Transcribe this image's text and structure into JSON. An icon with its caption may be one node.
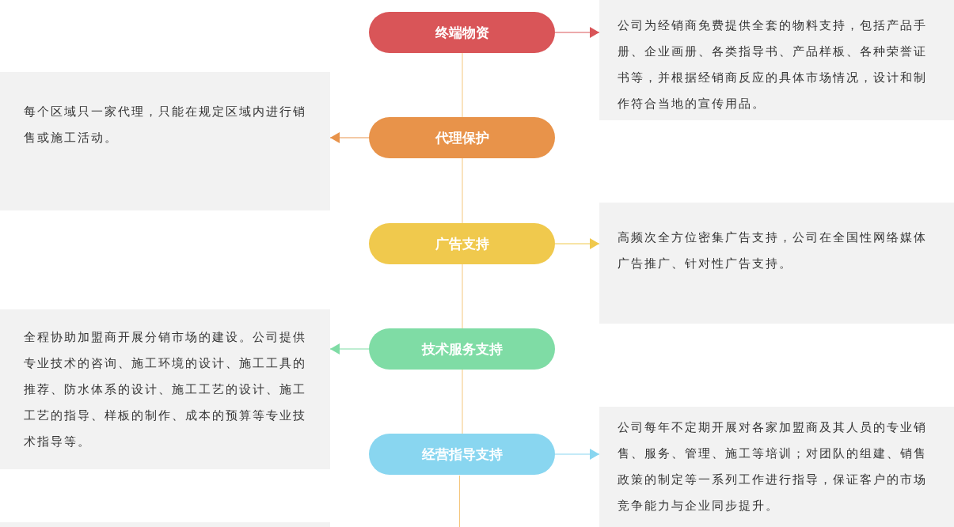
{
  "diagram": {
    "nodes": [
      {
        "text": [
          "终端物资"
        ]
      },
      {
        "text": [
          "公司为经销商免费提供全套的物料支持，包括产品手册、企业画册、各类指导书、产品样板、各种荣誉证书等，并根据经销商反应的具体市场情况，设计和制作符合当地的宣传用品。"
        ]
      },
      {
        "text": [
          "代理保护"
        ]
      },
      {
        "text": [
          "每个区域只一家代理，只能在规定区域内进行销售或施工活动。"
        ]
      },
      {
        "text": [
          "广告支持"
        ]
      },
      {
        "text": [
          "高频次全方位密集广告支持，公司在全国性网络媒体广告推广、针对性广告支持。"
        ]
      },
      {
        "text": [
          "技术服务支持"
        ]
      },
      {
        "text": [
          "全程协助加盟商开展分销市场的建设。公司提供专业技术的咨询、施工环境的设计、施工工具的推荐、防水体系的设计、施工工艺的设计、施工工艺的指导、样板的制作、成本的预算等专业技术指导等。"
        ]
      },
      {
        "text": [
          "经营指导支持"
        ]
      },
      {
        "text": [
          "公司每年不定期开展对各家加盟商及其人员的专业销售、服务、管理、施工等培训；对团队的组建、销售政策的制定等一系列工作进行指导，保证客户的市场竞争能力与企业同步提升。"
        ]
      }
    ],
    "edges": [
      {
        "from": 0,
        "to": 2,
        "arrow": "none"
      },
      {
        "from": 2,
        "to": 4,
        "arrow": "none"
      },
      {
        "from": 4,
        "to": 6,
        "arrow": "none"
      },
      {
        "from": 6,
        "to": 8,
        "arrow": "none"
      },
      {
        "from": 0,
        "to": 1,
        "arrow": "to",
        "color": "#d95558"
      },
      {
        "from": 2,
        "to": 3,
        "arrow": "to",
        "color": "#e8934a"
      },
      {
        "from": 4,
        "to": 5,
        "arrow": "to",
        "color": "#f0c94d"
      },
      {
        "from": 6,
        "to": 7,
        "arrow": "to",
        "color": "#7fdca5"
      },
      {
        "from": 8,
        "to": 9,
        "arrow": "to",
        "color": "#89d6f0"
      }
    ]
  }
}
